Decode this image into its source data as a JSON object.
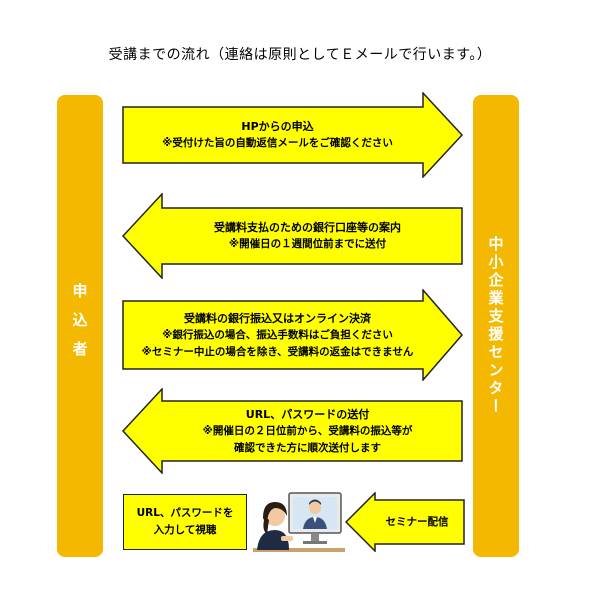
{
  "title": "受講までの流れ（連絡は原則としてＥメールで行います。）",
  "left_bar": {
    "label": "申込者"
  },
  "right_bar": {
    "label": "中小企業支援センター"
  },
  "arrows": [
    {
      "direction": "right",
      "lines": [
        "HPからの申込",
        "※受付けた旨の自動返信メールをご確認ください"
      ]
    },
    {
      "direction": "left",
      "lines": [
        "受講料支払のための銀行口座等の案内",
        "※開催日の１週間位前までに送付"
      ]
    },
    {
      "direction": "right",
      "lines": [
        "受講料の銀行振込又はオンライン決済",
        "※銀行振込の場合、振込手数料はご負担ください",
        "※セミナー中止の場合を除き、受講料の返金はできません"
      ]
    },
    {
      "direction": "left",
      "lines": [
        "URL、パスワードの送付",
        "※開催日の２日位前から、受講料の振込等が",
        "確認できた方に順次送付します"
      ]
    }
  ],
  "bottom_left_box": {
    "lines": [
      "URL、パスワードを",
      "入力して視聴"
    ]
  },
  "bottom_right_arrow": {
    "direction": "left",
    "label": "セミナー配信"
  },
  "colors": {
    "bar": "#f5b800",
    "arrow_fill": "#ffff00",
    "outline": "#222222"
  },
  "illustration": {
    "icon": "online-seminar-viewer-icon"
  }
}
